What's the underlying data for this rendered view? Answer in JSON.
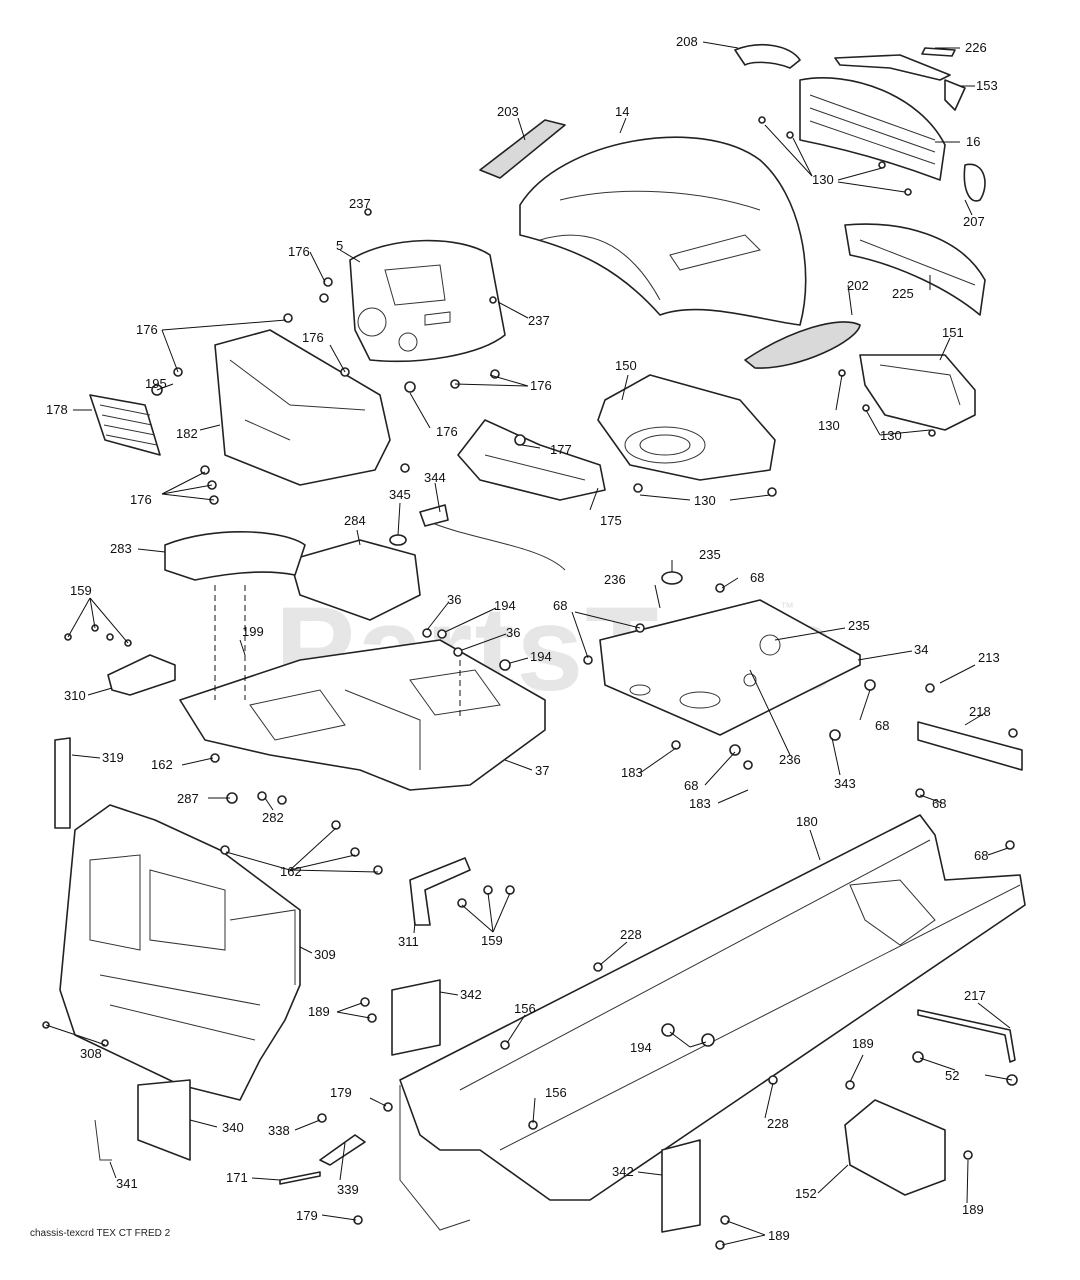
{
  "watermark": {
    "text": "PartsTree",
    "mark": "™"
  },
  "footer": {
    "text": "chassis-texcrd TEX CT FRED 2"
  },
  "labels": {
    "l208": "208",
    "l226": "226",
    "l153": "153",
    "l203": "203",
    "l14": "14",
    "l16": "16",
    "l130a": "130",
    "l207": "207",
    "l237a": "237",
    "l5": "5",
    "l176a": "176",
    "l237b": "237",
    "l176b": "176",
    "l176c": "176",
    "l176d": "176",
    "l225": "225",
    "l202": "202",
    "l151": "151",
    "l195": "195",
    "l178": "178",
    "l182": "182",
    "l176e": "176",
    "l150": "150",
    "l130b": "130",
    "l130c": "130",
    "l177": "177",
    "l176f": "176",
    "l344": "344",
    "l345": "345",
    "l175": "175",
    "l130d": "130",
    "l284": "284",
    "l283": "283",
    "l235a": "235",
    "l236a": "236",
    "l68a": "68",
    "l159a": "159",
    "l36a": "36",
    "l194a": "194",
    "l68b": "68",
    "l235b": "235",
    "l36b": "36",
    "l34": "34",
    "l199": "199",
    "l194b": "194",
    "l213": "213",
    "l310": "310",
    "l218": "218",
    "l68c": "68",
    "l236b": "236",
    "l162a": "162",
    "l319": "319",
    "l183a": "183",
    "l68d": "68",
    "l343": "343",
    "l37": "37",
    "l287": "287",
    "l183b": "183",
    "l68e": "68",
    "l282": "282",
    "l180": "180",
    "l162b": "162",
    "l68f": "68",
    "l311": "311",
    "l159b": "159",
    "l309": "309",
    "l228a": "228",
    "l189a": "189",
    "l342a": "342",
    "l156a": "156",
    "l217": "217",
    "l194c": "194",
    "l308": "308",
    "l189b": "189",
    "l52": "52",
    "l179a": "179",
    "l156b": "156",
    "l340": "340",
    "l338": "338",
    "l228b": "228",
    "l171": "171",
    "l339": "339",
    "l341": "341",
    "l342b": "342",
    "l152": "152",
    "l189c": "189",
    "l179b": "179",
    "l189d": "189"
  }
}
